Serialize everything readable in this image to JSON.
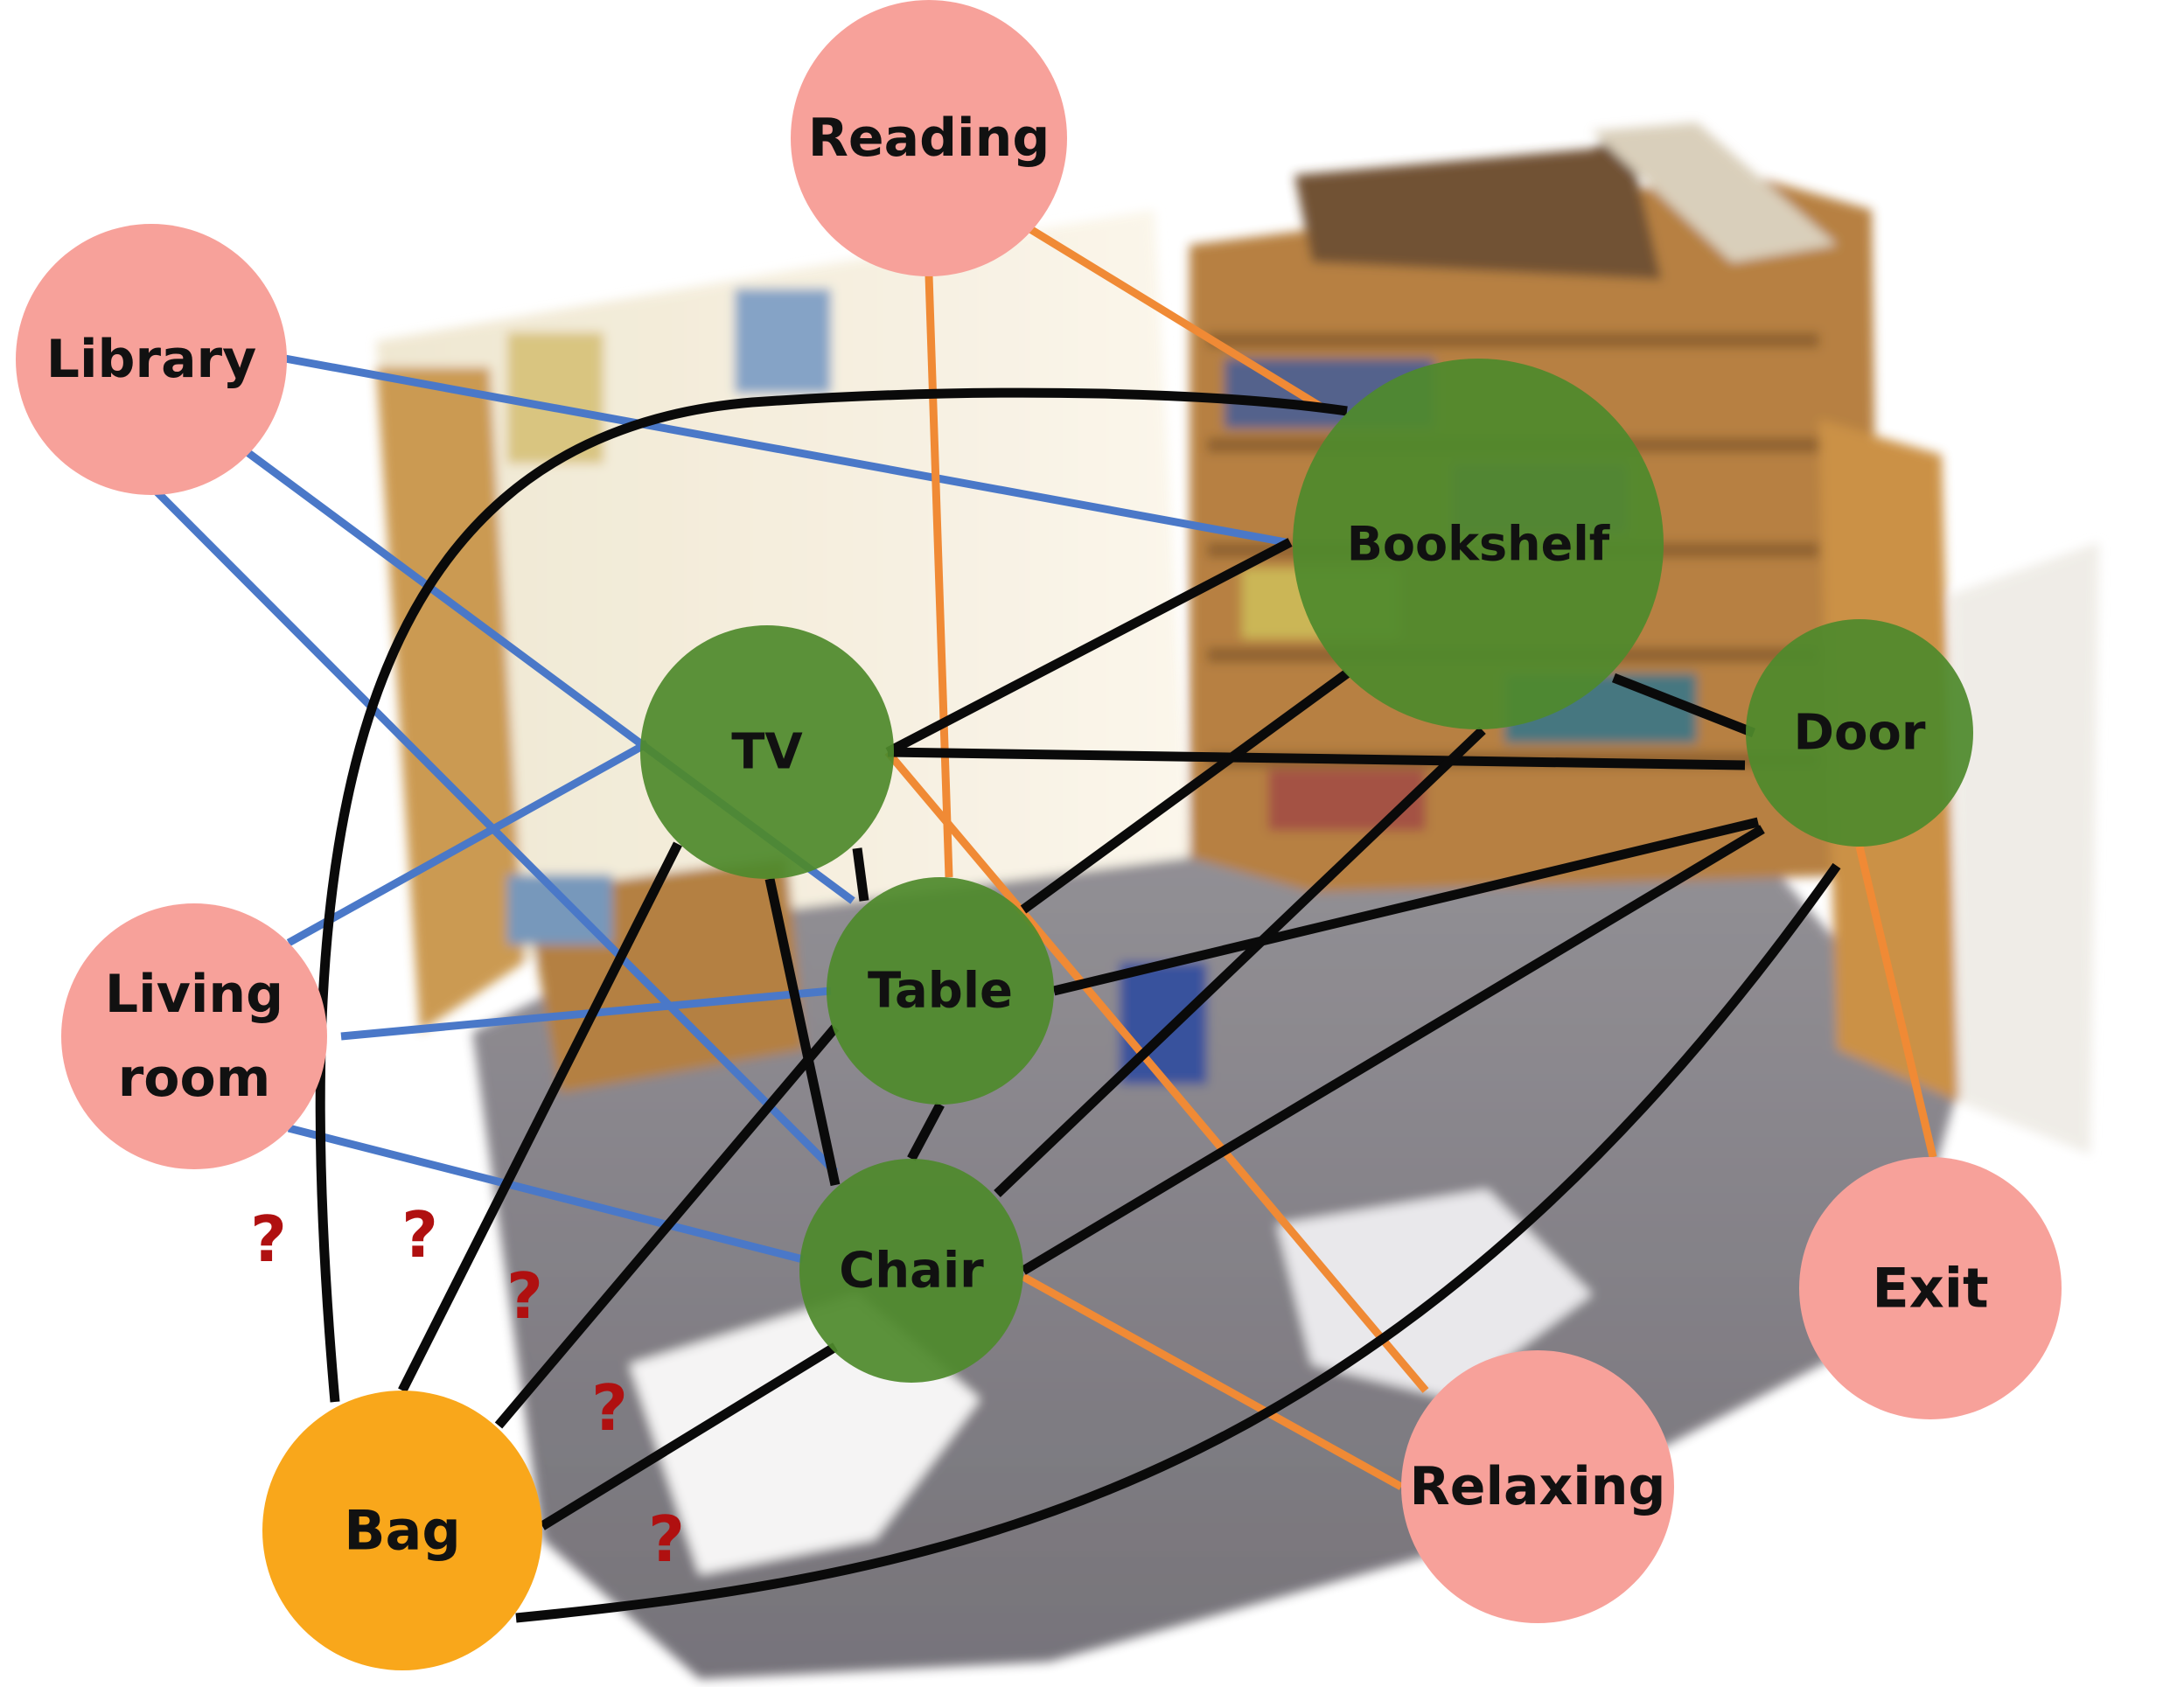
{
  "colors": {
    "room_node": "#f7a19a",
    "object_node": "#4f8a2c",
    "query_node": "#f9a71b",
    "room_edge": "#4a78c8",
    "activity_edge": "#f08a35",
    "object_edge": "#0a0a0a",
    "question_mark": "#b01010"
  },
  "nodes": [
    {
      "id": "reading",
      "label": "Reading",
      "kind": "room"
    },
    {
      "id": "library",
      "label": "Library",
      "kind": "room"
    },
    {
      "id": "living",
      "label": "Living\nroom",
      "kind": "room"
    },
    {
      "id": "relaxing",
      "label": "Relaxing",
      "kind": "room"
    },
    {
      "id": "exit",
      "label": "Exit",
      "kind": "room"
    },
    {
      "id": "bookshelf",
      "label": "Bookshelf",
      "kind": "object"
    },
    {
      "id": "tv",
      "label": "TV",
      "kind": "object"
    },
    {
      "id": "door",
      "label": "Door",
      "kind": "object"
    },
    {
      "id": "table",
      "label": "Table",
      "kind": "object"
    },
    {
      "id": "chair",
      "label": "Chair",
      "kind": "object"
    },
    {
      "id": "bag",
      "label": "Bag",
      "kind": "query"
    }
  ],
  "edges": [
    {
      "from": "library",
      "to": "bookshelf",
      "type": "room"
    },
    {
      "from": "library",
      "to": "table",
      "type": "room"
    },
    {
      "from": "library",
      "to": "chair",
      "type": "room"
    },
    {
      "from": "living",
      "to": "tv",
      "type": "room"
    },
    {
      "from": "living",
      "to": "table",
      "type": "room"
    },
    {
      "from": "living",
      "to": "chair",
      "type": "room"
    },
    {
      "from": "reading",
      "to": "bookshelf",
      "type": "activity"
    },
    {
      "from": "reading",
      "to": "table",
      "type": "activity"
    },
    {
      "from": "relaxing",
      "to": "tv",
      "type": "activity"
    },
    {
      "from": "relaxing",
      "to": "chair",
      "type": "activity"
    },
    {
      "from": "exit",
      "to": "door",
      "type": "activity"
    },
    {
      "from": "tv",
      "to": "bookshelf",
      "type": "object"
    },
    {
      "from": "tv",
      "to": "door",
      "type": "object"
    },
    {
      "from": "tv",
      "to": "table",
      "type": "object"
    },
    {
      "from": "tv",
      "to": "chair",
      "type": "object"
    },
    {
      "from": "bookshelf",
      "to": "door",
      "type": "object"
    },
    {
      "from": "bookshelf",
      "to": "table",
      "type": "object"
    },
    {
      "from": "bookshelf",
      "to": "chair",
      "type": "object"
    },
    {
      "from": "door",
      "to": "table",
      "type": "object"
    },
    {
      "from": "door",
      "to": "chair",
      "type": "object"
    },
    {
      "from": "table",
      "to": "chair",
      "type": "object"
    },
    {
      "from": "bag",
      "to": "bookshelf",
      "type": "object"
    },
    {
      "from": "bag",
      "to": "tv",
      "type": "object"
    },
    {
      "from": "bag",
      "to": "table",
      "type": "object"
    },
    {
      "from": "bag",
      "to": "chair",
      "type": "object"
    },
    {
      "from": "bag",
      "to": "door",
      "type": "object"
    }
  ],
  "question_marks": [
    "?",
    "?",
    "?",
    "?",
    "?"
  ]
}
